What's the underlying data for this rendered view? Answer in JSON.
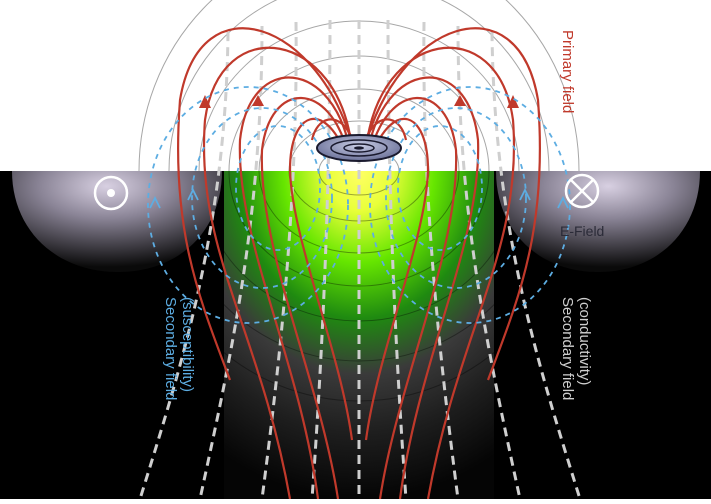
{
  "labels": {
    "primary_field": "Primary field",
    "e_field": "E-Field",
    "secondary_left_line1": "Secondary field",
    "secondary_left_line2": "(susceptibility)",
    "secondary_right_line1": "Secondary field",
    "secondary_right_line2": "(conductivity)"
  },
  "colors": {
    "primary_field": "#c0392b",
    "secondary_susceptibility": "#5dade2",
    "secondary_conductivity": "#cfcfcf",
    "ground": "#000000",
    "air": "#ffffff",
    "coil": "#8e95b8",
    "e_field_glow": "#bdb3c9"
  },
  "symbols": {
    "left": "dot-circle-icon",
    "right": "cross-circle-icon"
  }
}
